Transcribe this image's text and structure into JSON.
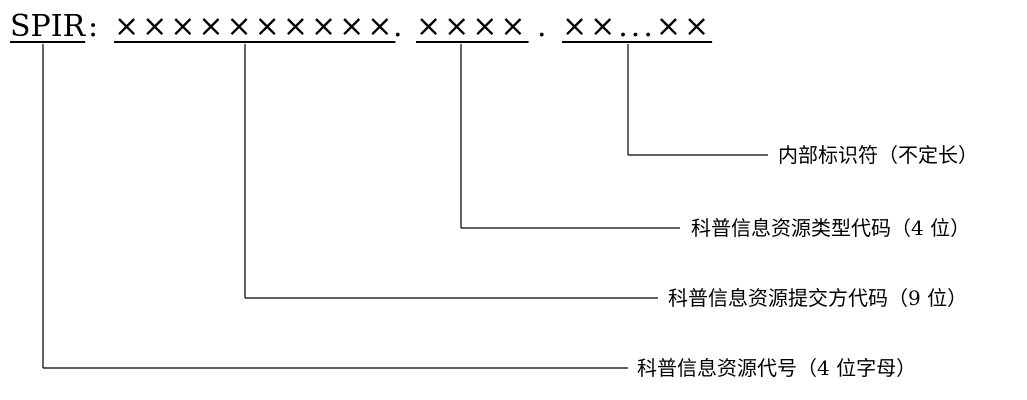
{
  "code": {
    "prefix": "SPIR",
    "colon": ":",
    "group1": "××××××××××",
    "dot1": ".",
    "group2": "××××",
    "dot2": ".",
    "group3": "××...××"
  },
  "labels": {
    "internal_id": "内部标识符（不定长）",
    "type_code": "科普信息资源类型代码（4 位）",
    "submitter_code": "科普信息资源提交方代码（9 位）",
    "resource_code": "科普信息资源代号（4 位字母）"
  }
}
